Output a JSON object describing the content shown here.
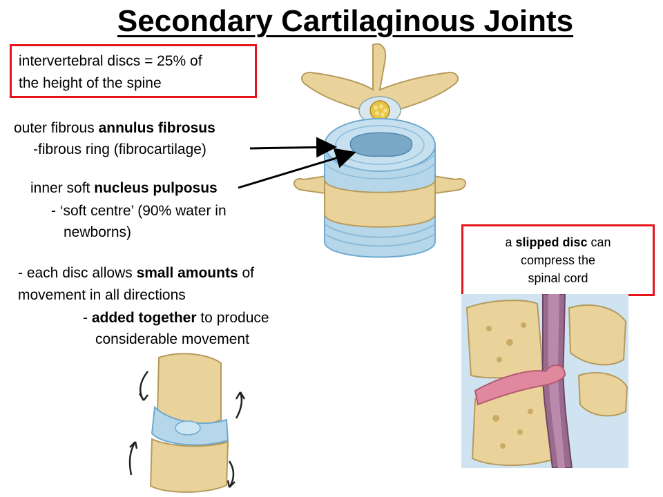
{
  "title": "Secondary Cartilaginous Joints",
  "note_top": {
    "line1": "intervertebral discs = 25% of",
    "line2": "the height of the spine"
  },
  "annulus": {
    "prefix": "outer fibrous ",
    "term": "annulus fibrosus",
    "desc": "-fibrous ring (fibrocartilage)"
  },
  "nucleus": {
    "prefix": "inner soft ",
    "term": "nucleus pulposus",
    "desc1": "- ‘soft centre’ (90% water in",
    "desc2": "newborns)"
  },
  "movement": {
    "l1_a": "- each disc allows ",
    "l1_b": "small amounts",
    "l1_c": " of",
    "l2": "movement in all directions",
    "l3_a": "- ",
    "l3_b": "added together",
    "l3_c": " to produce",
    "l4": "considerable movement"
  },
  "slipped_note": {
    "l1_a": "a ",
    "l1_b": "slipped disc",
    "l1_c": " can",
    "l2": "compress the",
    "l3": "spinal cord"
  },
  "colors": {
    "accent_red": "#e4141a",
    "bone": "#e9d39a",
    "disc_blue": "#a9cfe6",
    "disc_blue_dark": "#6fa9cf"
  }
}
